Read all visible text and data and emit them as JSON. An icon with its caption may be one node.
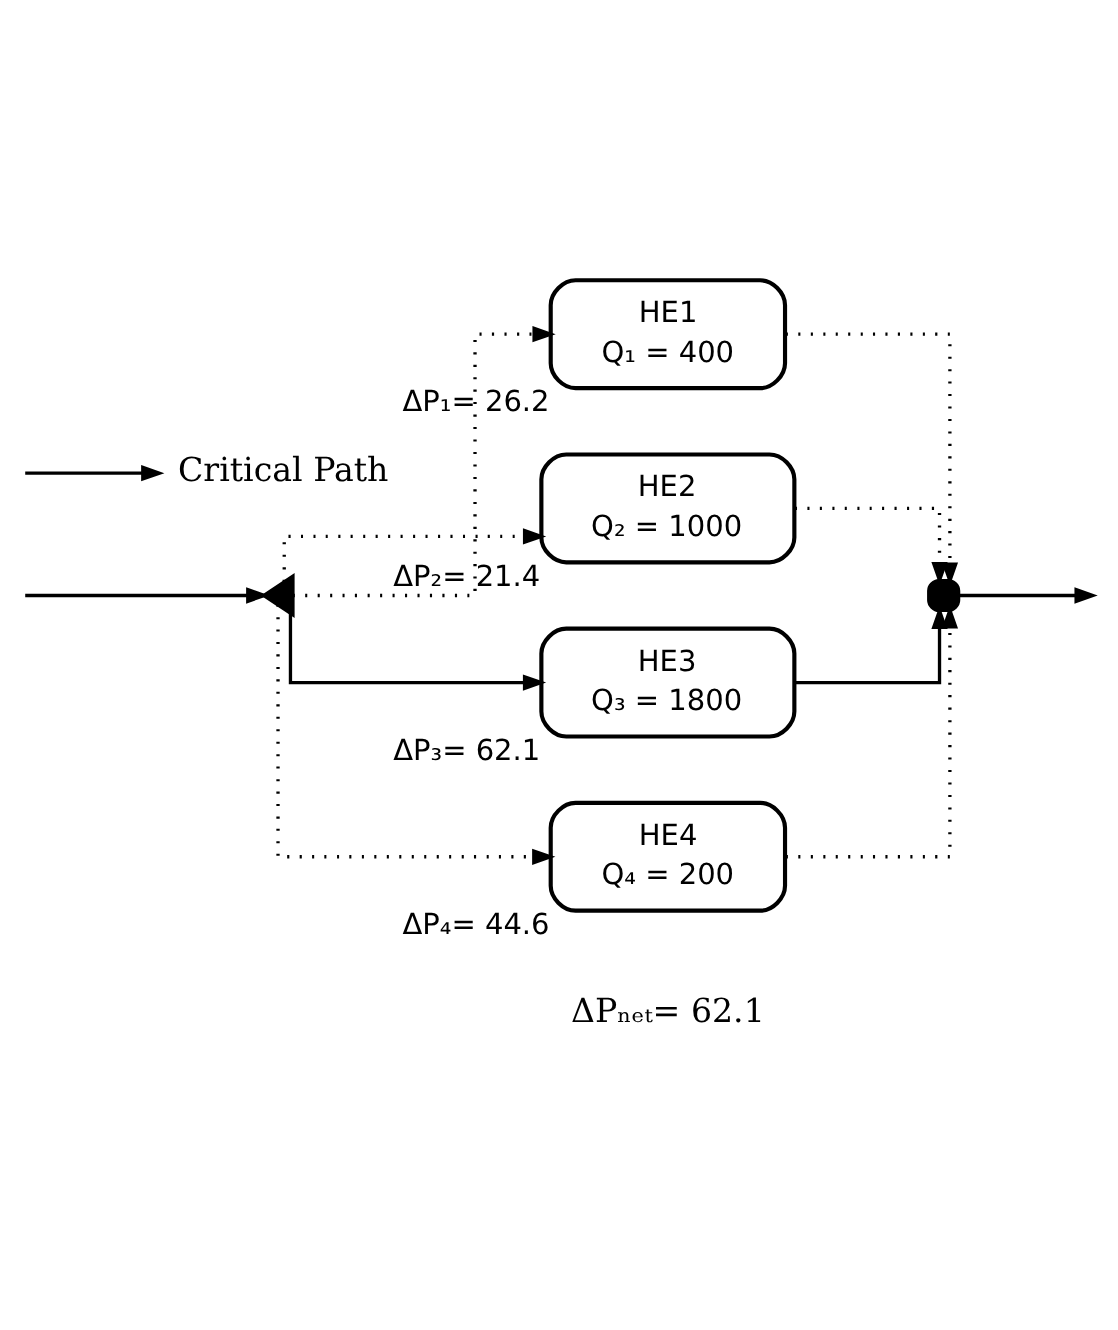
{
  "diagram": {
    "nodes": [
      {
        "text": [],
        "shape": "triangle"
      },
      {
        "text": [
          "HE1",
          "Q₁ = 400"
        ],
        "beside": [
          "ΔP₁= 26.2"
        ]
      },
      {
        "text": [
          "HE2",
          "Q₂ = 1000"
        ],
        "beside": [
          "ΔP₂= 21.4"
        ]
      },
      {
        "text": [
          "HE3",
          "Q₃ = 1800"
        ],
        "beside": [
          "ΔP₃= 62.1"
        ]
      },
      {
        "text": [
          "HE4",
          "Q₄ = 200"
        ],
        "beside": [
          "ΔP₄= 44.6"
        ]
      },
      {
        "text": [],
        "shape": "box"
      }
    ],
    "edges": [
      {
        "from": null,
        "to": 0,
        "arrow": "to"
      },
      {
        "from": 0,
        "to": 1,
        "arrow": "to",
        "style": "dashed"
      },
      {
        "from": 0,
        "to": 2,
        "arrow": "to",
        "style": "dashed"
      },
      {
        "from": 0,
        "to": 3,
        "arrow": "to"
      },
      {
        "from": 0,
        "to": 4,
        "arrow": "to",
        "style": "dashed"
      },
      {
        "from": 1,
        "to": 5,
        "arrow": "to",
        "style": "dashed"
      },
      {
        "from": 2,
        "to": 5,
        "arrow": "to",
        "style": "dashed"
      },
      {
        "from": 3,
        "to": 5,
        "arrow": "to"
      },
      {
        "from": 4,
        "to": 5,
        "arrow": "to",
        "style": "dashed"
      },
      {
        "from": 5,
        "to": null,
        "arrow": "to"
      }
    ],
    "labels": [
      "ΔPₙₑₜ= 62.1"
    ],
    "legend": [
      {
        "text": "Critical Path"
      }
    ]
  }
}
